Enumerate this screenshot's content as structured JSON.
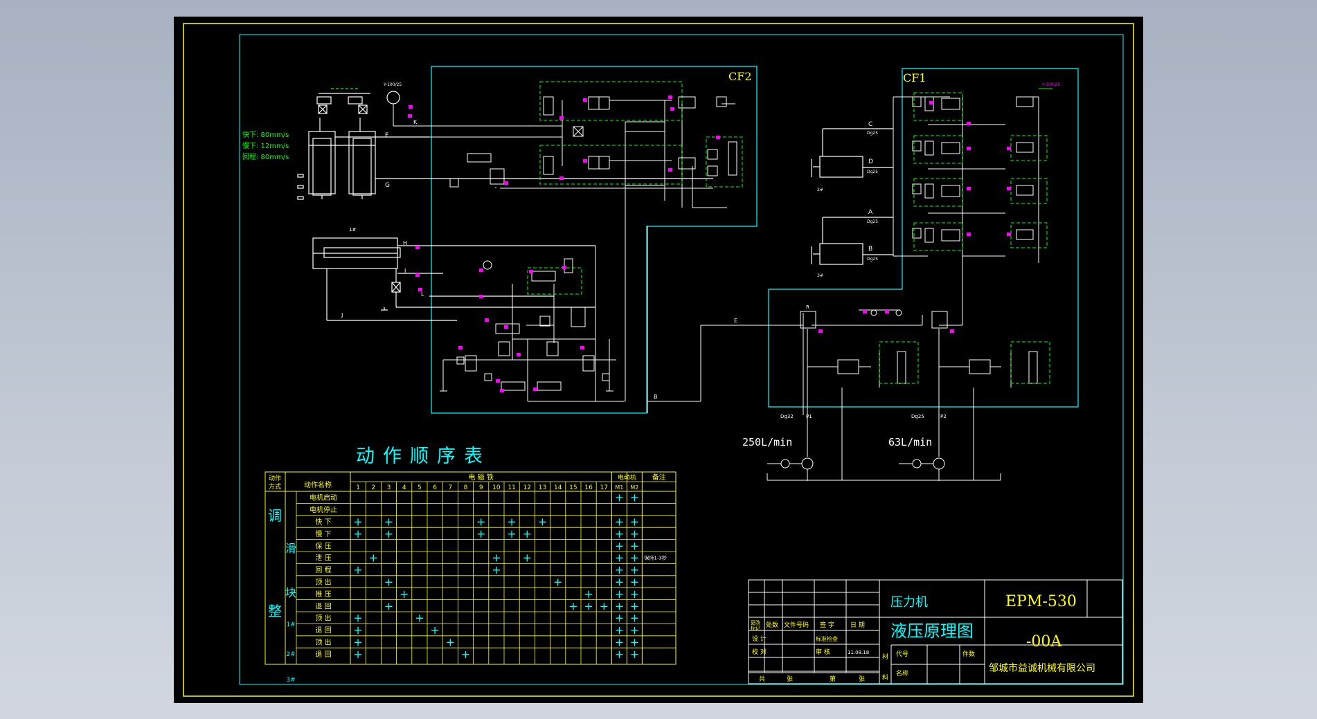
{
  "colors": {
    "background_outer": "#b4bccb",
    "sheet": "#000000",
    "frame_yellow": "#ffff00",
    "cyan": "#00ffff",
    "white": "#ffffff",
    "green": "#00ff00",
    "magenta": "#ff00ff"
  },
  "diagram": {
    "blocks": {
      "cf2": "CF2",
      "cf1": "CF1"
    },
    "speeds": [
      "快下: 80mm/s",
      "慢下: 12mm/s",
      "回程: 80mm/s"
    ],
    "ports": {
      "F": "F",
      "G": "G",
      "H": "H",
      "I": "I",
      "J": "J",
      "L": "L",
      "K": "K",
      "C": "C",
      "D": "D",
      "A": "A",
      "B": "B",
      "E": "E",
      "R": "R",
      "P1": "P1",
      "P2": "P2"
    },
    "misc": {
      "dg25_a": "Dg25",
      "dg25_b": "Dg25",
      "dg25_c": "Dg25",
      "dg25_d": "Dg25",
      "dg32": "Dg32",
      "dg25_pump": "Dg25",
      "cyl_1": "1#",
      "cyl_2": "2#",
      "cyl_3": "3#",
      "gauge_top": "Y-100/25",
      "gauge_cf1": "Y-100/25",
      "motor_left": "250L/min",
      "motor_right": "63L/min"
    }
  },
  "sequence": {
    "title": "动作顺序表",
    "col_mode": "动作\n方式",
    "col_name": "动作名称",
    "col_group": "电  磁  铁",
    "col_motor": "电动机",
    "col_remark": "备注",
    "solenoids": [
      "1",
      "2",
      "3",
      "4",
      "5",
      "6",
      "7",
      "8",
      "9",
      "10",
      "11",
      "12",
      "13",
      "14",
      "15",
      "16",
      "17"
    ],
    "motors": [
      "M1",
      "M2"
    ],
    "mode_labels": [
      "调",
      "整"
    ],
    "sub_labels": [
      "滑",
      "块",
      "1#",
      "2#",
      "3#"
    ],
    "mark": "+",
    "rows": [
      {
        "name": "电机启动",
        "marks": [],
        "motor": [
          1,
          1
        ],
        "remark": ""
      },
      {
        "name": "电机停止",
        "marks": [],
        "motor": [
          0,
          0
        ],
        "remark": ""
      },
      {
        "name": "快 下",
        "marks": [
          1,
          3,
          9,
          11,
          13
        ],
        "motor": [
          1,
          1
        ],
        "remark": ""
      },
      {
        "name": "慢 下",
        "marks": [
          1,
          3,
          9,
          11,
          12
        ],
        "motor": [
          1,
          1
        ],
        "remark": ""
      },
      {
        "name": "保 压",
        "marks": [],
        "motor": [
          1,
          1
        ],
        "remark": ""
      },
      {
        "name": "泄 压",
        "marks": [
          2,
          10,
          12
        ],
        "motor": [
          1,
          1
        ],
        "remark": "保持1-3秒"
      },
      {
        "name": "回 程",
        "marks": [
          1,
          10
        ],
        "motor": [
          1,
          1
        ],
        "remark": ""
      },
      {
        "name": "顶 出",
        "marks": [
          3,
          14
        ],
        "motor": [
          1,
          1
        ],
        "remark": ""
      },
      {
        "name": "推 压",
        "marks": [
          4,
          16
        ],
        "motor": [
          1,
          1
        ],
        "remark": ""
      },
      {
        "name": "退 回",
        "marks": [
          3,
          15,
          16,
          17
        ],
        "motor": [
          1,
          1
        ],
        "remark": ""
      },
      {
        "name": "顶 出",
        "marks": [
          1,
          5
        ],
        "motor": [
          1,
          1
        ],
        "remark": ""
      },
      {
        "name": "退 回",
        "marks": [
          1,
          6
        ],
        "motor": [
          1,
          1
        ],
        "remark": ""
      },
      {
        "name": "顶 出",
        "marks": [
          1,
          7
        ],
        "motor": [
          1,
          1
        ],
        "remark": ""
      },
      {
        "name": "退 回",
        "marks": [
          1,
          8
        ],
        "motor": [
          1,
          1
        ],
        "remark": ""
      }
    ]
  },
  "title_block": {
    "product": "压力机",
    "drawing_title": "液压原理图",
    "model": "EPM-530",
    "drawing_no": "-00A",
    "company": "邹城市益诚机械有限公司",
    "rev_label": "更改\n标记",
    "count_label": "处数",
    "doc_label": "文件号码",
    "sign_label": "签 字",
    "date_label": "日 期",
    "design_label": "设 计",
    "std_label": "标准检查",
    "check_label": "校 对",
    "review_label": "审 核",
    "review_date": "11.08.18",
    "code_label": "代号",
    "weight_label": "件数",
    "name_label": "名称",
    "material_label_1": "材",
    "material_label_2": "料",
    "total_label": "共",
    "sheet_label": "张",
    "page_label": "第",
    "page_sheet_label": "张"
  }
}
